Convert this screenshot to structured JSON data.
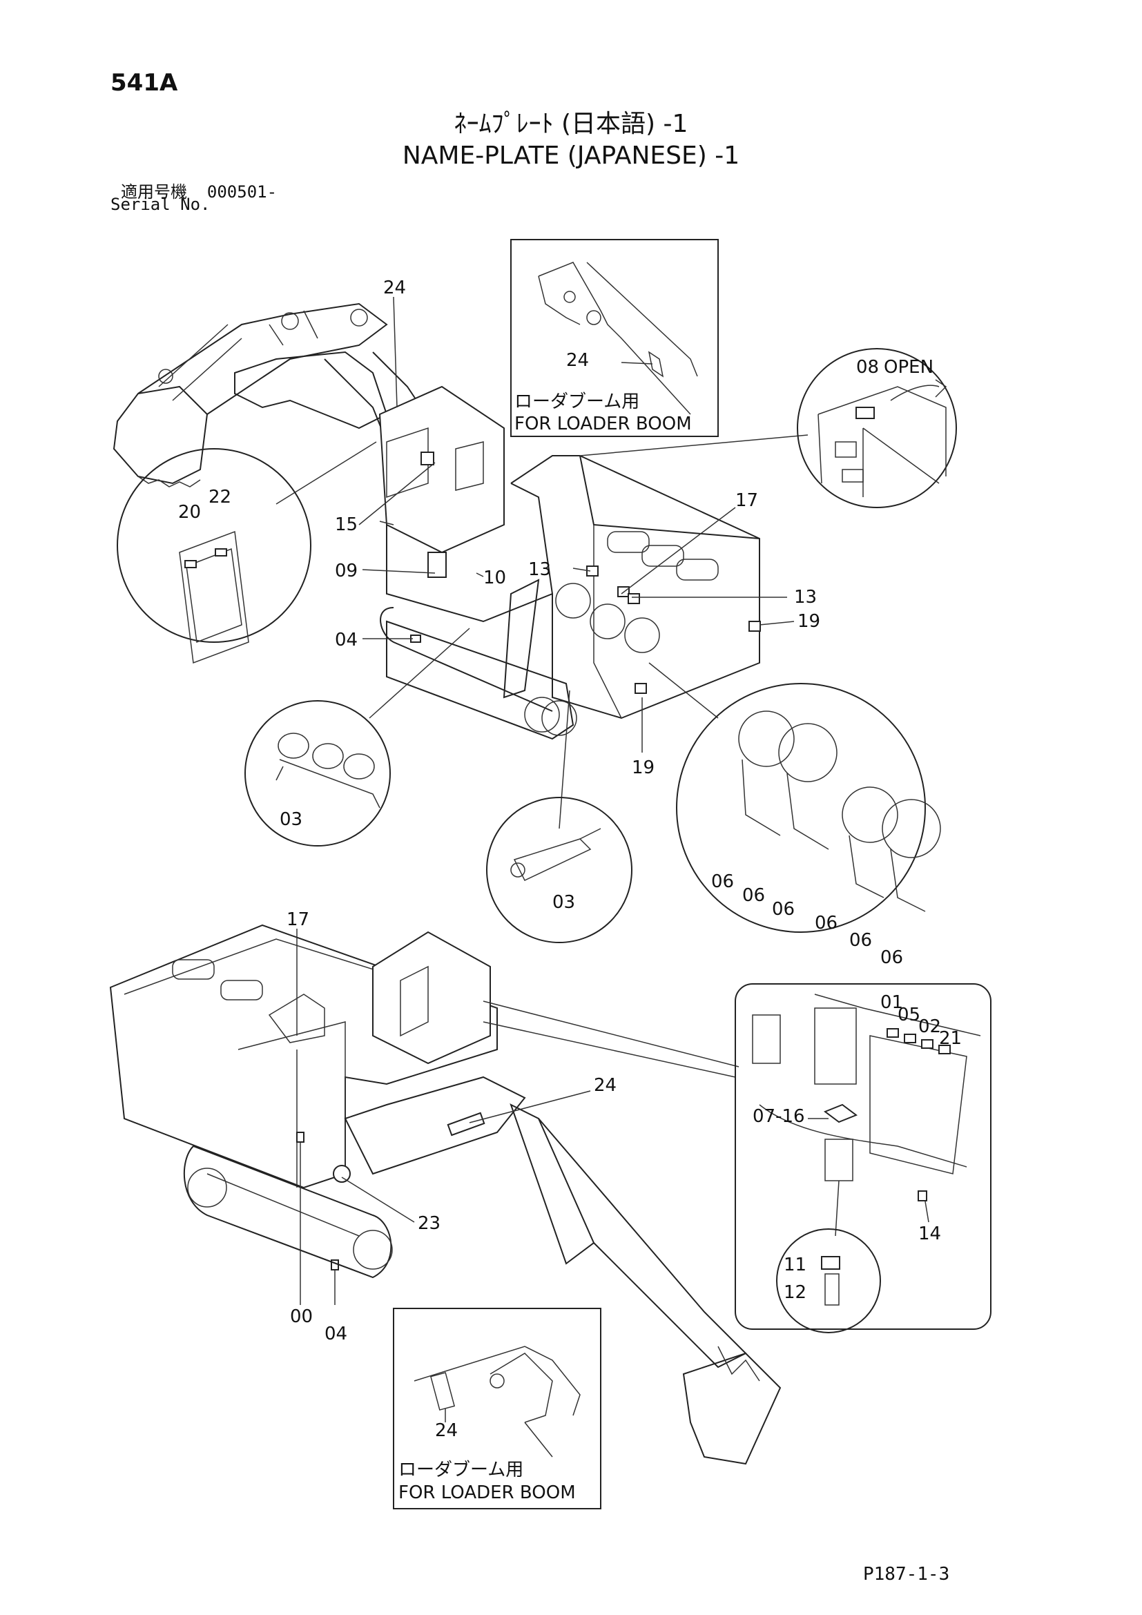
{
  "header": {
    "page_code": "541A",
    "title_jp": "ﾈｰﾑﾌﾟﾚｰﾄ (日本語) -1",
    "title_en": "NAME-PLATE (JAPANESE) -1",
    "serial_label_jp": "適用号機",
    "serial_value": "000501-",
    "serial_label_en": "Serial No."
  },
  "boxes": {
    "loader_jp": "ローダブーム用",
    "loader_en": "FOR LOADER BOOM",
    "open_label": "OPEN"
  },
  "callouts": {
    "c00": "00",
    "c01": "01",
    "c02": "02",
    "c03": "03",
    "c04": "04",
    "c05": "05",
    "c06": "06",
    "c07_16": "07-16",
    "c08": "08",
    "c09": "09",
    "c10": "10",
    "c11": "11",
    "c12": "12",
    "c13": "13",
    "c14": "14",
    "c15": "15",
    "c17": "17",
    "c19": "19",
    "c20": "20",
    "c21": "21",
    "c22": "22",
    "c23": "23",
    "c24": "24"
  },
  "footer": {
    "page_ref": "P187-1-3"
  }
}
